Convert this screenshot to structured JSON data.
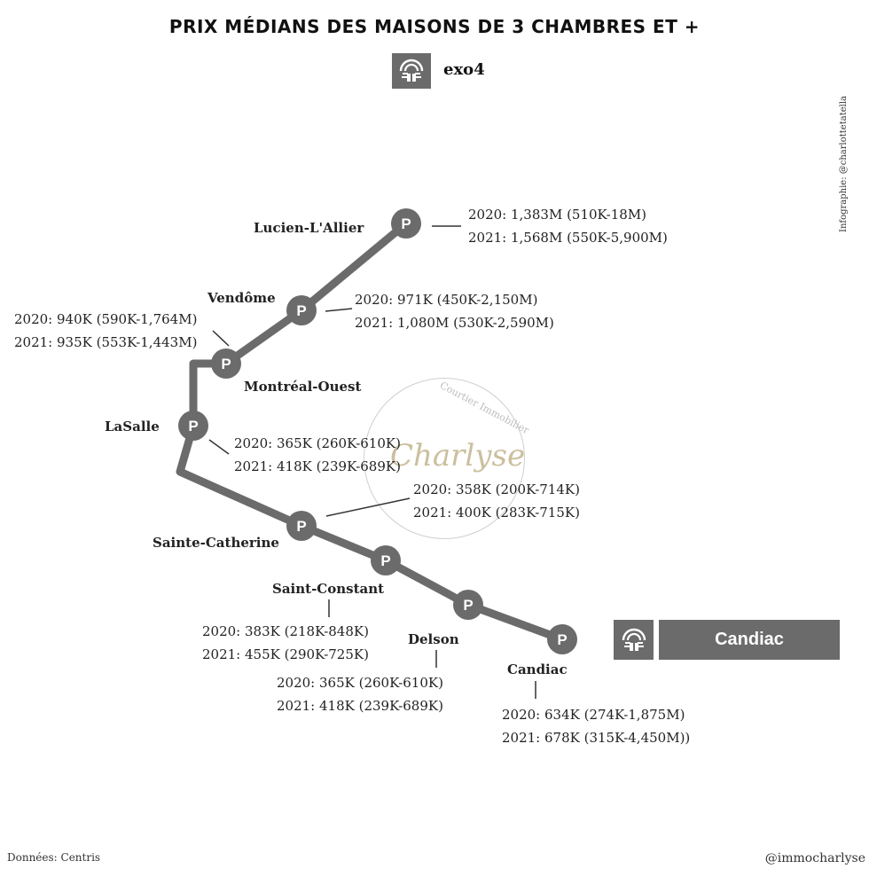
{
  "title": "PRIX MÉDIANS DES MAISONS DE 3 CHAMBRES ET +",
  "brand": {
    "name": "exo4",
    "logo_icon": "exo-logo-icon"
  },
  "vertical_credit": "Infographie: @charlottetatella",
  "watermark": {
    "top_text": "Courtier Immobilier",
    "script_text": "Charlyse"
  },
  "stop_marker": "P",
  "stations": [
    {
      "name": "Lucien-L'Allier",
      "line2020": "2020: 1,383M (510K-18M)",
      "line2021": "2021: 1,568M (550K-5,900M)"
    },
    {
      "name": "Vendôme",
      "line2020": "2020: 971K (450K-2,150M)",
      "line2021": "2021: 1,080M (530K-2,590M)"
    },
    {
      "name": "Montréal-Ouest",
      "line2020": "2020: 940K (590K-1,764M)",
      "line2021": "2021: 935K (553K-1,443M)"
    },
    {
      "name": "LaSalle",
      "line2020": "2020: 365K (260K-610K)",
      "line2021": "2021: 418K (239K-689K)"
    },
    {
      "name": "Sainte-Catherine",
      "line2020": "2020: 358K (200K-714K)",
      "line2021": "2021: 400K (283K-715K)"
    },
    {
      "name": "Saint-Constant",
      "line2020": "2020: 383K (218K-848K)",
      "line2021": "2021: 455K (290K-725K)"
    },
    {
      "name": "Delson",
      "line2020": "2020: 365K (260K-610K)",
      "line2021": "2021: 418K (239K-689K)"
    },
    {
      "name": "Candiac",
      "line2020": "2020: 634K (274K-1,875M)",
      "line2021": "2021: 678K (315K-4,450M))"
    }
  ],
  "terminus": {
    "label": "Candiac",
    "logo_icon": "exo-logo-icon"
  },
  "footer": {
    "source": "Données: Centris",
    "handle": "@immocharlyse"
  },
  "colors": {
    "line": "#6b6b6b",
    "marker": "#6b6b6b",
    "text": "#222222",
    "watermark_gold": "#cbbf9e"
  }
}
